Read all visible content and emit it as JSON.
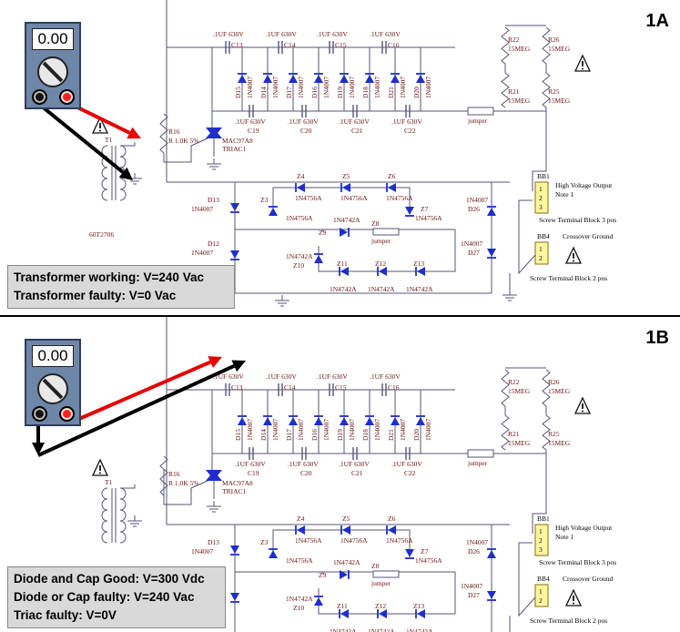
{
  "panel_a": {
    "label": "1A",
    "meter_reading": "0.00",
    "info_lines": [
      "Transformer working: V=240 Vac",
      "Transformer faulty: V=0 Vac"
    ]
  },
  "panel_b": {
    "label": "1B",
    "meter_reading": "0.00",
    "info_lines": [
      "Diode and Cap Good: V=300 Vdc",
      "Diode or Cap faulty: V=240 Vac",
      "Triac faulty: V=0V"
    ]
  },
  "schematic": {
    "cap_value": ".1UF 630V",
    "top_caps": [
      "C13",
      "C14",
      "C15",
      "C16"
    ],
    "bottom_caps": [
      "C19",
      "C20",
      "C21",
      "C22"
    ],
    "diodes_top": [
      "D15",
      "D14",
      "D17",
      "D16",
      "D19",
      "D18",
      "D21",
      "D20"
    ],
    "diode_part": "1N4007",
    "r16": "R16",
    "r16_value": "R 1.0K 5%",
    "triac_part": "MAC97A8",
    "triac_name": "TRIAC1",
    "transformer_name": "T1",
    "transformer_part": "60T2706",
    "jumper": "jumper",
    "resistors": [
      {
        "name": "R22",
        "value": "15MEG"
      },
      {
        "name": "R21",
        "value": "15MEG"
      },
      {
        "name": "R26",
        "value": "15MEG"
      },
      {
        "name": "R25",
        "value": "15MEG"
      }
    ],
    "bb1": "BB1",
    "bb1_label": "High Voltage Output",
    "bb1_note": "Note 1",
    "bb1_type": "Screw Terminal Block 3 pos",
    "bb4": "BB4",
    "bb4_label": "Crossover Ground",
    "bb4_type": "Screw Terminal Block 2 pos",
    "d13": "D13",
    "d12": "D12",
    "d26": "D26",
    "d27": "D27",
    "z3": "Z3",
    "z10": "Z10",
    "z7": "Z7",
    "z8": "Z8",
    "z9": "Z9",
    "zener_top": [
      "Z4",
      "Z5",
      "Z6"
    ],
    "zener_bottom": [
      "Z11",
      "Z12",
      "Z13"
    ],
    "zener_4756": "1N4756A",
    "zener_4742": "1N4742A"
  }
}
